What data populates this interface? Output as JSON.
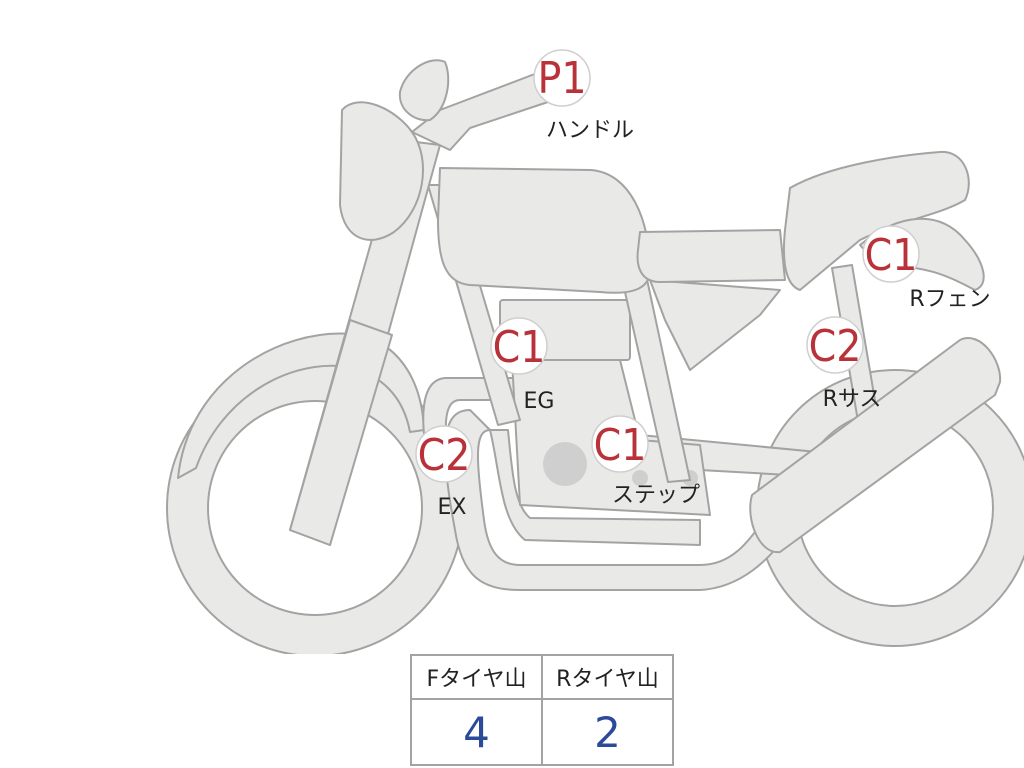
{
  "markers": [
    {
      "id": "handle",
      "code": "P1",
      "label": "ハンドル"
    },
    {
      "id": "r-fender",
      "code": "C1",
      "label": "Rフェン"
    },
    {
      "id": "engine",
      "code": "C1",
      "label": "EG"
    },
    {
      "id": "r-suspension",
      "code": "C2",
      "label": "Rサス"
    },
    {
      "id": "step",
      "code": "C1",
      "label": "ステップ"
    },
    {
      "id": "exhaust",
      "code": "C2",
      "label": "EX"
    }
  ],
  "tire_table": {
    "headers": [
      "Fタイヤ山",
      "Rタイヤ山"
    ],
    "values": [
      "4",
      "2"
    ]
  },
  "colors": {
    "code_text": "#b9323a",
    "value_text": "#2c4a9a",
    "body_fill": "#e9e9e7",
    "outline": "#a3a3a3"
  }
}
